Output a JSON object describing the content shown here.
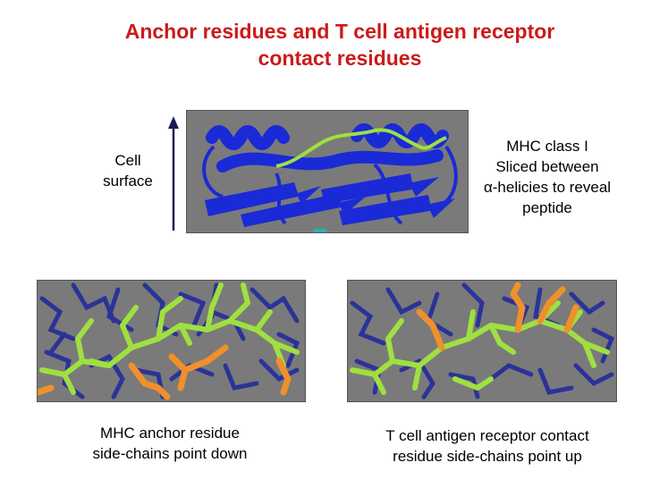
{
  "title": {
    "line1": "Anchor residues and T cell antigen receptor",
    "line2": "contact residues"
  },
  "left_label": {
    "line1": "Cell",
    "line2": "surface"
  },
  "right_label": {
    "line1": "MHC class I",
    "line2": "Sliced between",
    "line3": "α-helicies to reveal",
    "line4": "peptide"
  },
  "bottom_left_caption": {
    "line1": "MHC anchor residue",
    "line2": "side-chains point down"
  },
  "bottom_right_caption": {
    "line1": "T cell antigen receptor contact",
    "line2": "residue side-chains point up"
  },
  "colors": {
    "title": "#cc1a1a",
    "mhc": "#1a2ad6",
    "peptide": "#9fe040",
    "anchor": "#f0902a",
    "background_panel": "#7a7a7a"
  }
}
